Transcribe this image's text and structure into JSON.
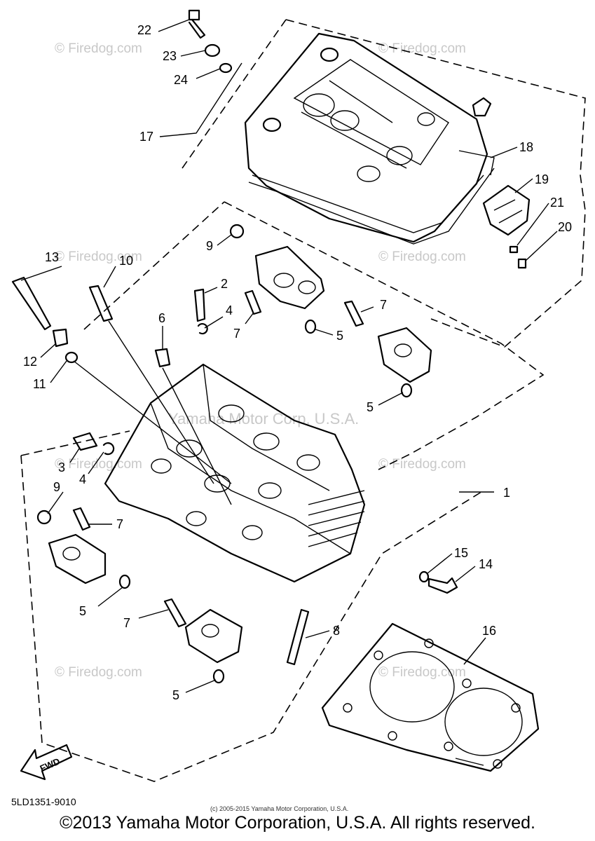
{
  "diagram": {
    "callouts": {
      "c1": "1",
      "c2": "2",
      "c3": "3",
      "c4a": "4",
      "c4b": "4",
      "c5a": "5",
      "c5b": "5",
      "c5c": "5",
      "c5d": "5",
      "c6": "6",
      "c7a": "7",
      "c7b": "7",
      "c7c": "7",
      "c7d": "7",
      "c8": "8",
      "c9a": "9",
      "c9b": "9",
      "c10": "10",
      "c11": "11",
      "c12": "12",
      "c13": "13",
      "c14": "14",
      "c15": "15",
      "c16": "16",
      "c17": "17",
      "c18": "18",
      "c19": "19",
      "c20": "20",
      "c21": "21",
      "c22": "22",
      "c23": "23",
      "c24": "24"
    },
    "watermark_text": "© Firedog.com",
    "watermark_center": "Yamaha Motor Corp, U.S.A.",
    "fwd_label": "FWD",
    "diagram_code": "5LD1351-9010",
    "small_credit": "(c) 2005-2015 Yamaha Motor Corporation, U.S.A."
  },
  "footer": {
    "copyright": "©2013 Yamaha Motor Corporation, U.S.A. All rights reserved."
  }
}
